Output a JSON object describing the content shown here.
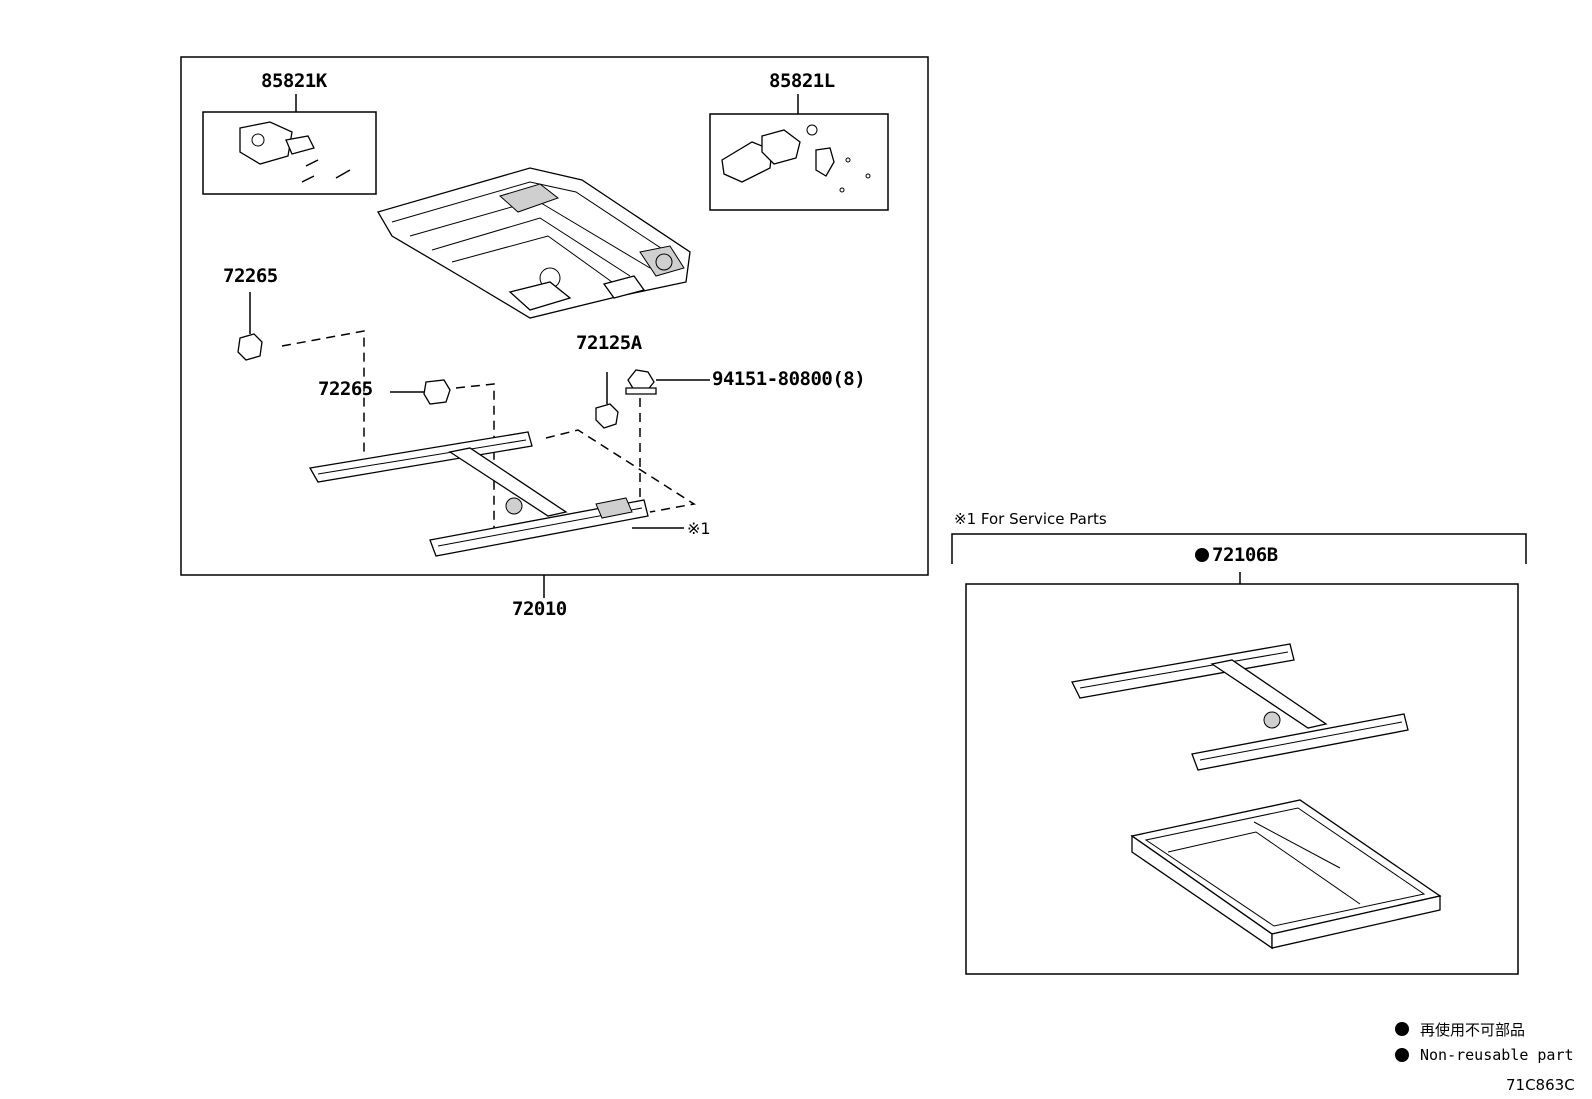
{
  "labels": {
    "part_85821K": "85821K",
    "part_85821L": "85821L",
    "part_72265_top": "72265",
    "part_72265_mid": "72265",
    "part_72125A": "72125A",
    "part_94151": "94151-80800(8)",
    "part_72010": "72010",
    "note_ref": "※1",
    "service_note": "※1 For Service Parts",
    "part_72106B": "72106B"
  },
  "legend": {
    "jp": "再使用不可部品",
    "en": "Non-reusable part"
  },
  "diagram_code": "71C863C"
}
